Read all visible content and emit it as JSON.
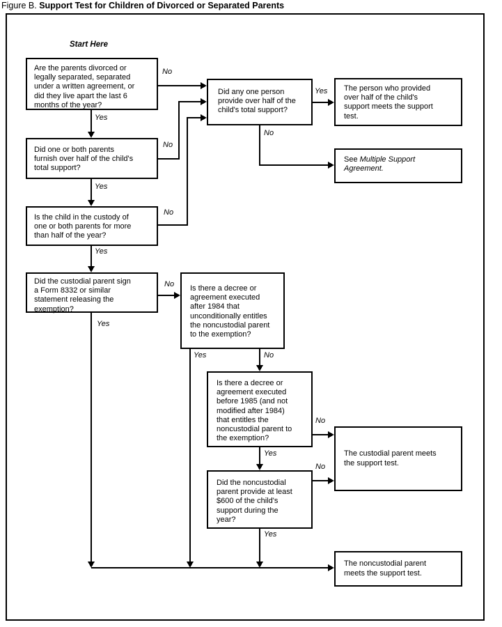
{
  "figure": {
    "label": "Figure B.",
    "title": "Support Test for Children of Divorced or Separated Parents"
  },
  "start_here": "Start Here",
  "edge_labels": {
    "yes": "Yes",
    "no": "No"
  },
  "boxes": {
    "q_divorced": "Are the parents divorced or\nlegally separated, separated\nunder a written agreement, or\ndid they live apart the last 6\nmonths of the year?",
    "q_half_support": "Did one or both parents\nfurnish over half of the child's\ntotal support?",
    "q_custody": "Is the child in the custody of\none or both parents for more\nthan half of the year?",
    "q_form_8332": "Did the custodial parent sign\na Form 8332 or similar\nstatement releasing the\nexemption?",
    "q_decree_after_1984": "Is there a decree or\nagreement executed\nafter 1984 that\nunconditionally entitles\nthe noncustodial parent\nto the exemption?",
    "q_decree_before_1985": "Is there a decree or\nagreement executed\nbefore 1985 (and not\nmodified after 1984)\nthat entitles the\nnoncustodial parent to\nthe exemption?",
    "q_600_support": "Did the noncustodial\nparent provide at least\n$600 of the child's\nsupport during the\nyear?",
    "q_any_one_person": "Did any one person\nprovide over half of the\nchild's total support?",
    "r_person_provided": "The person who provided\nover half of the child's\nsupport meets the support\ntest.",
    "r_multiple_prefix": "See ",
    "r_multiple_italic": "Multiple Support\nAgreement.",
    "r_custodial": "The custodial parent meets\nthe support test.",
    "r_noncustodial": "The noncustodial parent\nmeets the support test."
  }
}
